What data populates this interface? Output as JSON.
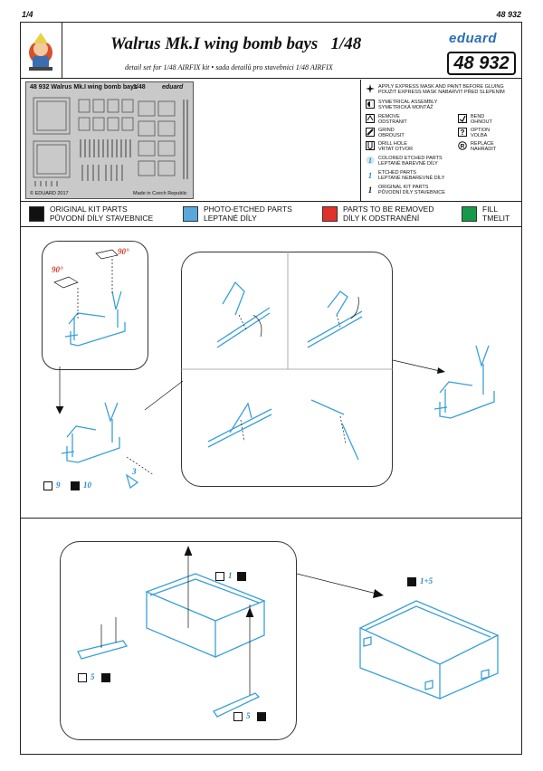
{
  "page": {
    "page_number": "1/4",
    "code": "48 932"
  },
  "header": {
    "title": "Walrus Mk.I wing bomb bays",
    "scale": "1/48",
    "subtitle": "detail set for 1/48  AIRFIX  kit • sada detailů pro stavebnici 1/48  AIRFIX",
    "brand": "eduard",
    "code_box": "48 932"
  },
  "fret": {
    "title_left": "48 932  Walrus Mk.I wing bomb bays",
    "title_scale": "1/48",
    "title_brand": "eduard",
    "copyright": "© EDUARD 2017",
    "made_in": "Made in Czech Republic"
  },
  "legend": {
    "express_mask": "APPLY EXPRESS MASK AND PAINT BEFORE GLUING\nPOUŽIT EXPRESS MASK NABARVIT PŘED SLEPENÍM",
    "symmetrical": "SYMETRICAL ASSEMBLY\nSYMETRICKÁ MONTÁŽ",
    "remove": "REMOVE\nODSTRANIT",
    "bend": "BEND\nOHNOUT",
    "grind": "GRIND\nOBROUSIT",
    "option": "OPTION\nVOLBA",
    "drill": "DRILL HOLE\nVRTAT OTVOR",
    "replace": "REPLACE\nNAHRADIT",
    "colored_etched": "COLORED ETCHED PARTS\nLEPTANÉ BAREVNÉ DÍLY",
    "etched": "ETCHED PARTS\nLEPTANÉ NEBAREVNÉ DÍLY",
    "original": "ORIGINAL KIT PARTS\nPŮVODNÍ DÍLY STAVEBNICE",
    "colored_sample": "1",
    "etched_sample": "1",
    "original_sample": "1"
  },
  "color_key": [
    {
      "label": "ORIGINAL KIT PARTS\nPŮVODNÍ DÍLY STAVEBNICE",
      "color": "#111111"
    },
    {
      "label": "PHOTO-ETCHED PARTS\nLEPTANÉ DÍLY",
      "color": "#58a8dc"
    },
    {
      "label": "PARTS TO BE REMOVED\nDÍLY K ODSTRANĚNÍ",
      "color": "#e2302a"
    },
    {
      "label": "FILL\nTMELIT",
      "color": "#169a4a"
    }
  ],
  "step1": {
    "angle_left": "90°",
    "angle_right": "90°",
    "part_a": "9",
    "part_b": "10",
    "part_c": "3"
  },
  "step2": {
    "part_top": "1",
    "part_left": "5",
    "part_bottom": "5",
    "part_right": "1+5"
  },
  "colors": {
    "accent": "#2a8ac8",
    "line": "#3aa0d8",
    "red": "#d43a2a"
  }
}
